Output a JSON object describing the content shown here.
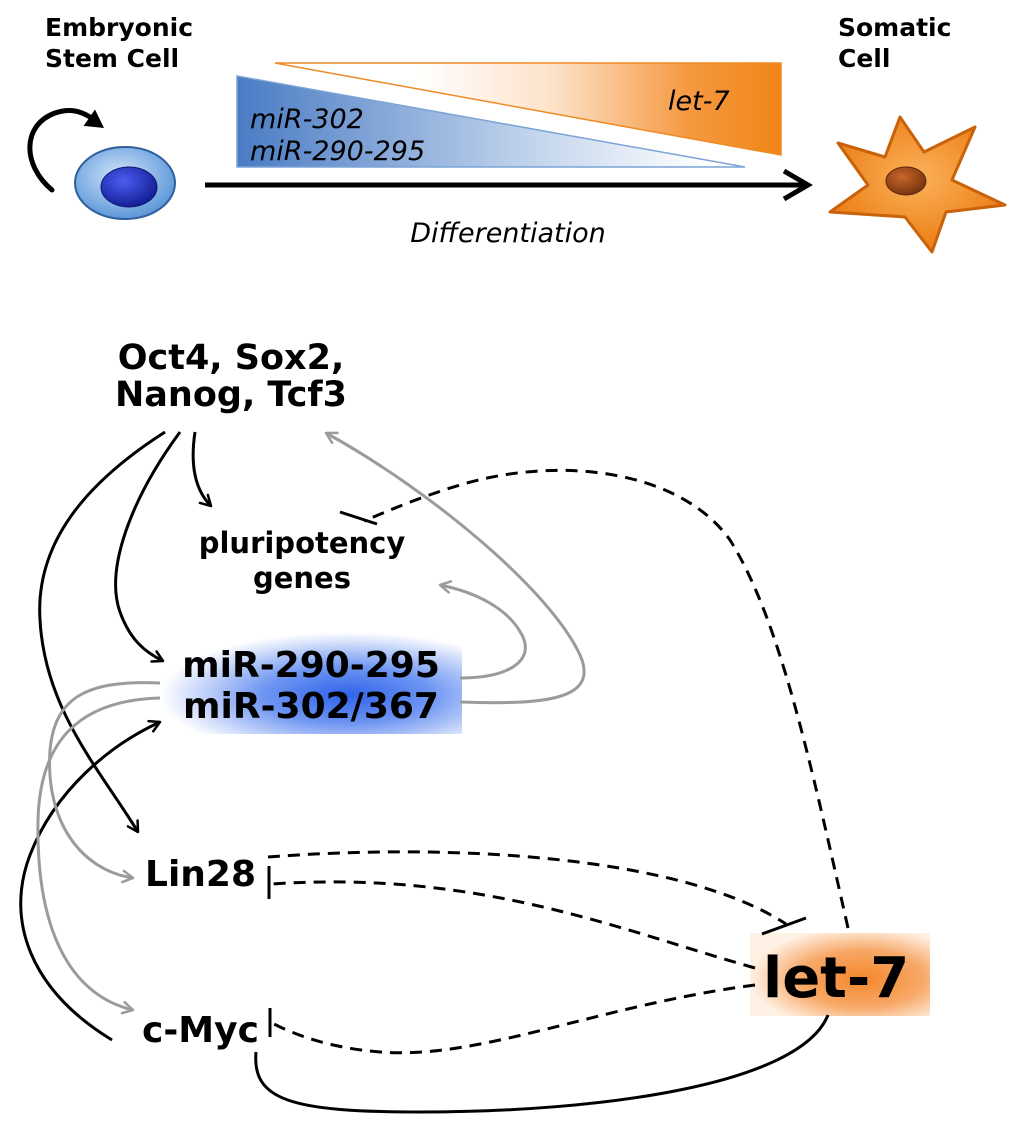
{
  "differentiation": {
    "start_cell": [
      "Embryonic",
      "Stem Cell"
    ],
    "end_cell": [
      "Somatic",
      "Cell"
    ],
    "stem_mirnas": [
      "miR-302",
      "miR-290-295"
    ],
    "somatic_mirna": "let-7",
    "process": "Differentiation"
  },
  "network": {
    "transcription_factors": [
      "Oct4, Sox2,",
      "Nanog, Tcf3"
    ],
    "target_genes": [
      "pluripotency",
      "genes"
    ],
    "mirna_cluster": [
      "miR-290-295",
      "miR-302/367"
    ],
    "lin28": "Lin28",
    "c_myc": "c-Myc",
    "let7": "let-7"
  },
  "colors": {
    "stem_mirna_gradient": "#4a7bc4",
    "let7_gradient": "#f08616",
    "stem_cell": "#5c96d8",
    "stem_cell_nucleus": "#141f96",
    "somatic_cell": "#ec7c12",
    "somatic_cell_nucleus": "#7a3410",
    "mirna_box": "#2f63ea",
    "let7_box": "#f4872c",
    "activation_gray": "#9b9b9b",
    "activation_black": "#000000"
  }
}
